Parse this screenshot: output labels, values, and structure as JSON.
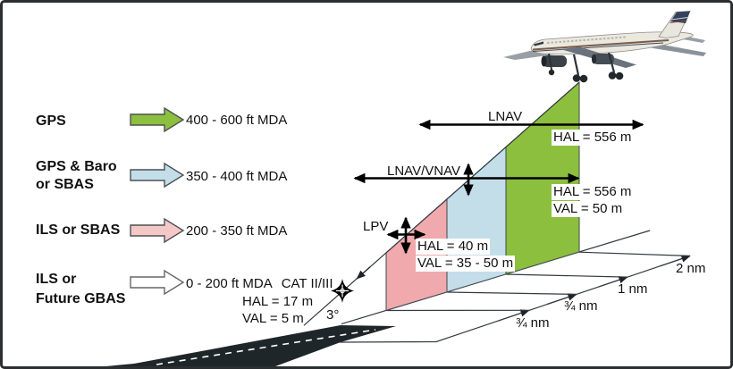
{
  "colors": {
    "green": "#8cbf3d",
    "light_blue": "#c3dee9",
    "pink": "#f0a9ac",
    "pink_arrow": "#f3c8c7",
    "white_arrow": "#ffffff",
    "runway": "#1f262a",
    "thin_line": "#333a40",
    "arrow_black": "#000000"
  },
  "legend": {
    "rows": [
      {
        "label_lines": [
          "GPS"
        ],
        "value": "400 - 600 ft MDA",
        "arrow_icon": "green-arrow"
      },
      {
        "label_lines": [
          "GPS & Baro",
          "or SBAS"
        ],
        "value": "350 - 400 ft MDA",
        "arrow_icon": "blue-arrow"
      },
      {
        "label_lines": [
          "ILS or SBAS"
        ],
        "value": "200 - 350 ft MDA",
        "arrow_icon": "pink-arrow"
      },
      {
        "label_lines": [
          "ILS or",
          "Future GBAS"
        ],
        "value": "0 - 200 ft MDA",
        "category": "CAT II/III",
        "hal": "HAL = 17 m",
        "val": "VAL = 5 m",
        "arrow_icon": "white-arrow"
      }
    ]
  },
  "diagram": {
    "glide_angle": "3°",
    "lnav": {
      "label": "LNAV",
      "hal": "HAL = 556 m"
    },
    "lnav_vnav": {
      "label": "LNAV/VNAV",
      "hal": "HAL = 556 m",
      "val": "VAL = 50 m"
    },
    "lpv": {
      "label": "LPV",
      "hal": "HAL = 40 m",
      "val": "VAL = 35 - 50 m"
    },
    "distance_labels": [
      "¾ nm",
      "¾ nm",
      "1 nm",
      "2 nm"
    ]
  }
}
